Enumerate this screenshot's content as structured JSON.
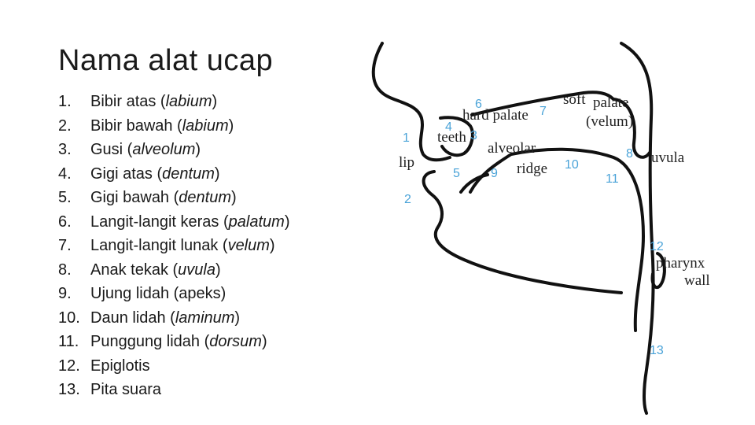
{
  "slide": {
    "title": "Nama alat ucap",
    "items": [
      {
        "num": "1.",
        "pre": "Bibir atas (",
        "term": "labium",
        "post": ")"
      },
      {
        "num": "2.",
        "pre": "Bibir bawah (",
        "term": "labium",
        "post": ")"
      },
      {
        "num": "3.",
        "pre": "Gusi (",
        "term": "alveolum",
        "post": ")"
      },
      {
        "num": "4.",
        "pre": "Gigi atas (",
        "term": "dentum",
        "post": ")"
      },
      {
        "num": "5.",
        "pre": "Gigi bawah (",
        "term": "dentum",
        "post": ")"
      },
      {
        "num": "6.",
        "pre": "Langit-langit keras (",
        "term": "palatum",
        "post": ")"
      },
      {
        "num": "7.",
        "pre": "Langit-langit lunak (",
        "term": "velum",
        "post": ")"
      },
      {
        "num": "8.",
        "pre": "Anak tekak (",
        "term": "uvula",
        "post": ")"
      },
      {
        "num": "9.",
        "pre": "Ujung lidah (apeks)",
        "term": "",
        "post": ""
      },
      {
        "num": "10.",
        "pre": "Daun lidah (",
        "term": "laminum",
        "post": ")"
      },
      {
        "num": "11.",
        "pre": "Punggung lidah (",
        "term": "dorsum",
        "post": ")"
      },
      {
        "num": "12.",
        "pre": "Epiglotis",
        "term": "",
        "post": ""
      },
      {
        "num": "13.",
        "pre": "Pita suara",
        "term": "",
        "post": ""
      }
    ]
  },
  "diagram": {
    "labels": {
      "soft": "soft",
      "palate": "palate",
      "hard_palate": "hard palate",
      "velum": "(velum)",
      "teeth": "teeth",
      "alveolar": "alveolar",
      "lip": "lip",
      "ridge": "ridge",
      "uvula": "uvula",
      "pharynx": "pharynx",
      "wall": "wall"
    },
    "numbers": {
      "n1": "1",
      "n2": "2",
      "n3": "3",
      "n4": "4",
      "n5": "5",
      "n6": "6",
      "n7": "7",
      "n8": "8",
      "n9": "9",
      "n10": "10",
      "n11": "11",
      "n12": "12",
      "n13": "13"
    },
    "number_color": "#4aa3d8",
    "line_color": "#111111"
  }
}
